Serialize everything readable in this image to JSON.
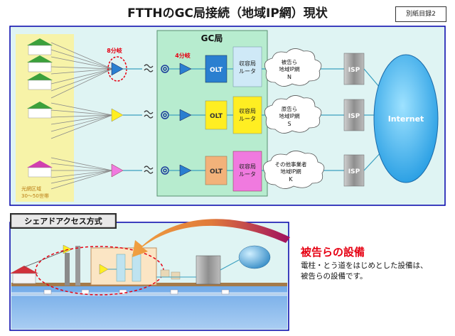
{
  "title": "FTTHのGC局接続（地域IP網）現状",
  "annex_label": "別紙目録2",
  "gc_station": "GC局",
  "splitter_8": "8分岐",
  "splitter_4": "4分岐",
  "olt_label": "OLT",
  "router_lines": [
    "収容局",
    "ルータ"
  ],
  "area_label_lines": [
    "光網区域",
    "30〜50世帯"
  ],
  "isp_label": "ISP",
  "internet_label": "Internet",
  "clouds": [
    {
      "lines": [
        "被告ら",
        "地域IP網",
        "N"
      ]
    },
    {
      "lines": [
        "原告ら",
        "地域IP網",
        "S"
      ]
    },
    {
      "lines": [
        "その他事業者",
        "地域IP網",
        "K"
      ]
    }
  ],
  "share_title": "シェアドアクセス方式",
  "facility_heading": "被告らの設備",
  "facility_desc_lines": [
    "電柱・とう道をはじめとした設備は、",
    "被告らの設備です。"
  ],
  "colors": {
    "box_border": "#0000aa",
    "panel_bg": "#dff4f3",
    "gc_bg": "#b7eccf",
    "isp": "#999999",
    "internet": "#28a8e8",
    "blue_splitter": "#2a7fd0",
    "yellow": "#ffee22",
    "orange": "#f2b27a",
    "pink": "#f07adf",
    "red": "#e60012",
    "house_roof_green": "#3ca03c",
    "house_roof_pink": "#d040b0"
  }
}
